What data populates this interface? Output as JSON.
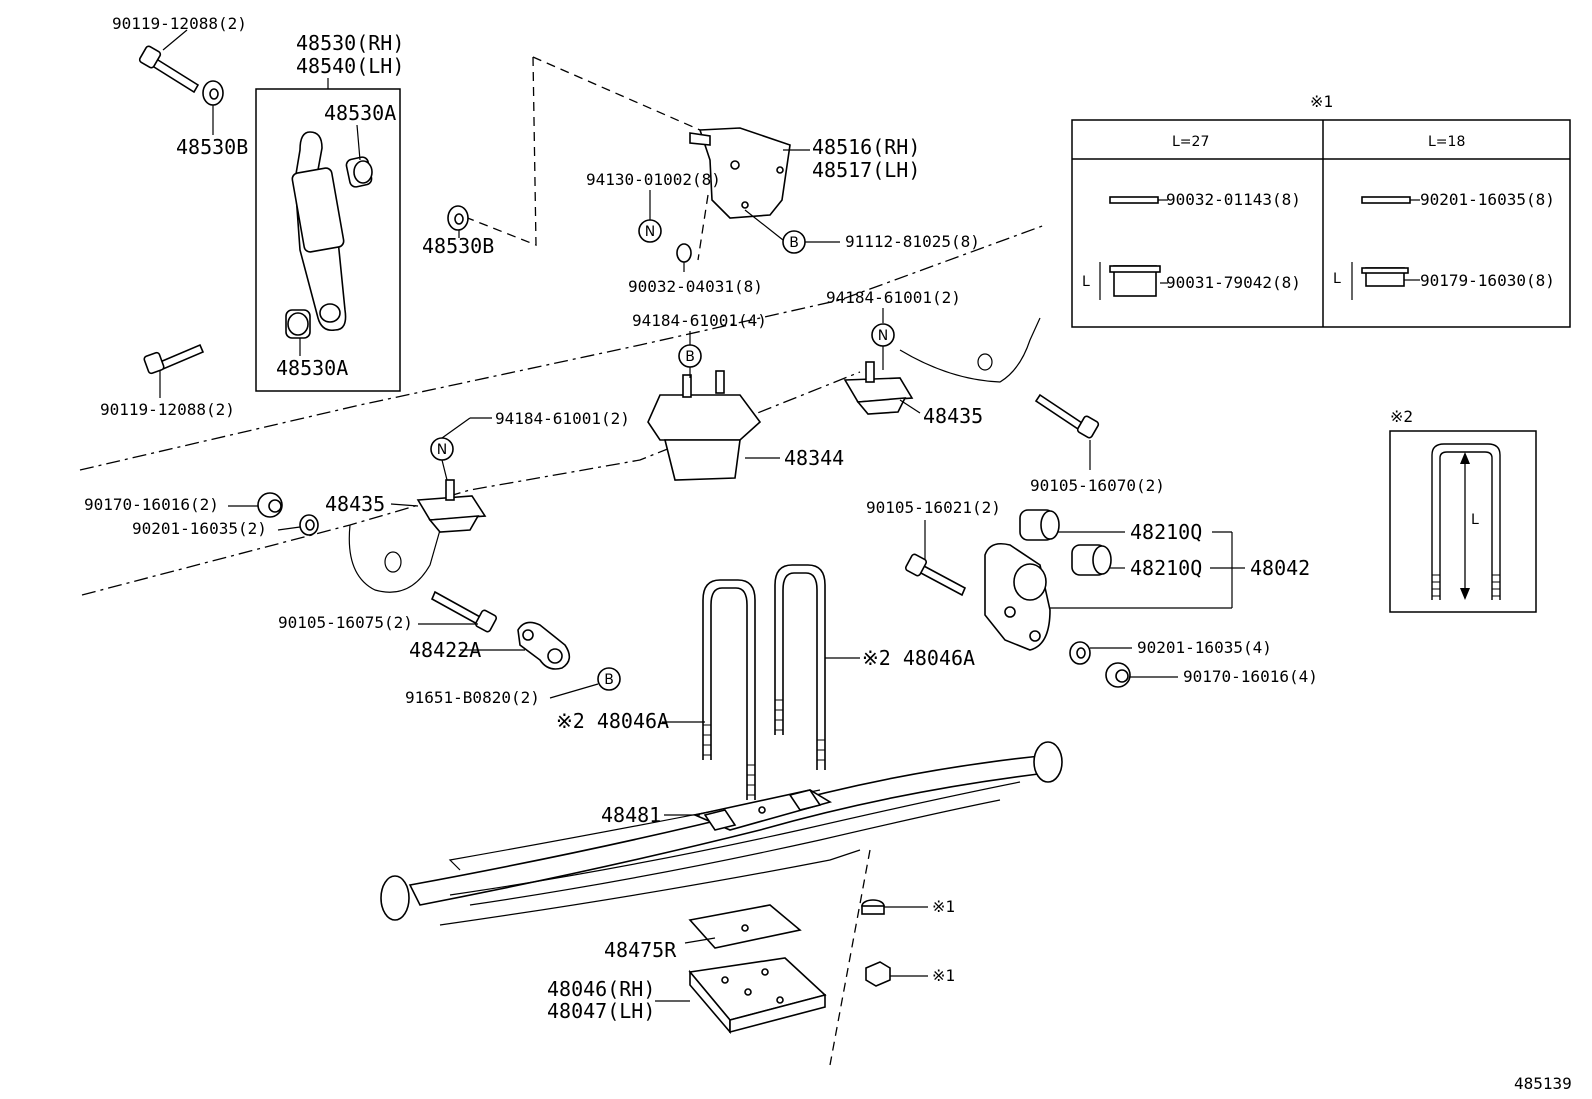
{
  "diagram_id": "485139",
  "labels": {
    "bolt_top_left": "90119-12088(2)",
    "shock_rh": "48530(RH)",
    "shock_lh": "48540(LH)",
    "bushing_a_top": "48530A",
    "washer_b_left": "48530B",
    "washer_b_mid": "48530B",
    "bushing_a_bottom": "48530A",
    "bolt_bottom_left": "90119-12088(2)",
    "bracket_rh": "48516(RH)",
    "bracket_lh": "48517(LH)",
    "nut_94130": "94130-01002(8)",
    "bolt_91112": "91112-81025(8)",
    "washer_90032": "90032-04031(8)",
    "nut_94184_4": "94184-61001(4)",
    "nut_94184_2a": "94184-61001(2)",
    "nut_94184_2b": "94184-61001(2)",
    "bumper_48435_right": "48435",
    "bumper_48435_left": "48435",
    "bumper_48344": "48344",
    "bolt_90105_16070": "90105-16070(2)",
    "nut_90170_left": "90170-16016(2)",
    "washer_90201_left": "90201-16035(2)",
    "bolt_90105_16021": "90105-16021(2)",
    "bushing_48210q_1": "48210Q",
    "bushing_48210q_2": "48210Q",
    "shackle_48042": "48042",
    "bolt_90105_16075": "90105-16075(2)",
    "plate_48422a": "48422A",
    "bolt_91651": "91651-B0820(2)",
    "ubolt_right": "※2 48046A",
    "ubolt_left": "※2 48046A",
    "washer_90201_right": "90201-16035(4)",
    "nut_90170_right": "90170-16016(4)",
    "spacer_48481": "48481",
    "pad_48475r": "48475R",
    "seat_rh": "48046(RH)",
    "seat_lh": "48047(LH)",
    "ref_note_1a": "※1",
    "ref_note_1b": "※1",
    "circle_n": "N",
    "circle_b": "B"
  },
  "table1": {
    "title": "※1",
    "col1": "L=27",
    "col2": "L=18",
    "r1c1": "90032-01143(8)",
    "r1c2": "90201-16035(8)",
    "r2c1": "90031-79042(8)",
    "r2c2": "90179-16030(8)",
    "dim": "L"
  },
  "table2": {
    "title": "※2",
    "dim": "L"
  }
}
